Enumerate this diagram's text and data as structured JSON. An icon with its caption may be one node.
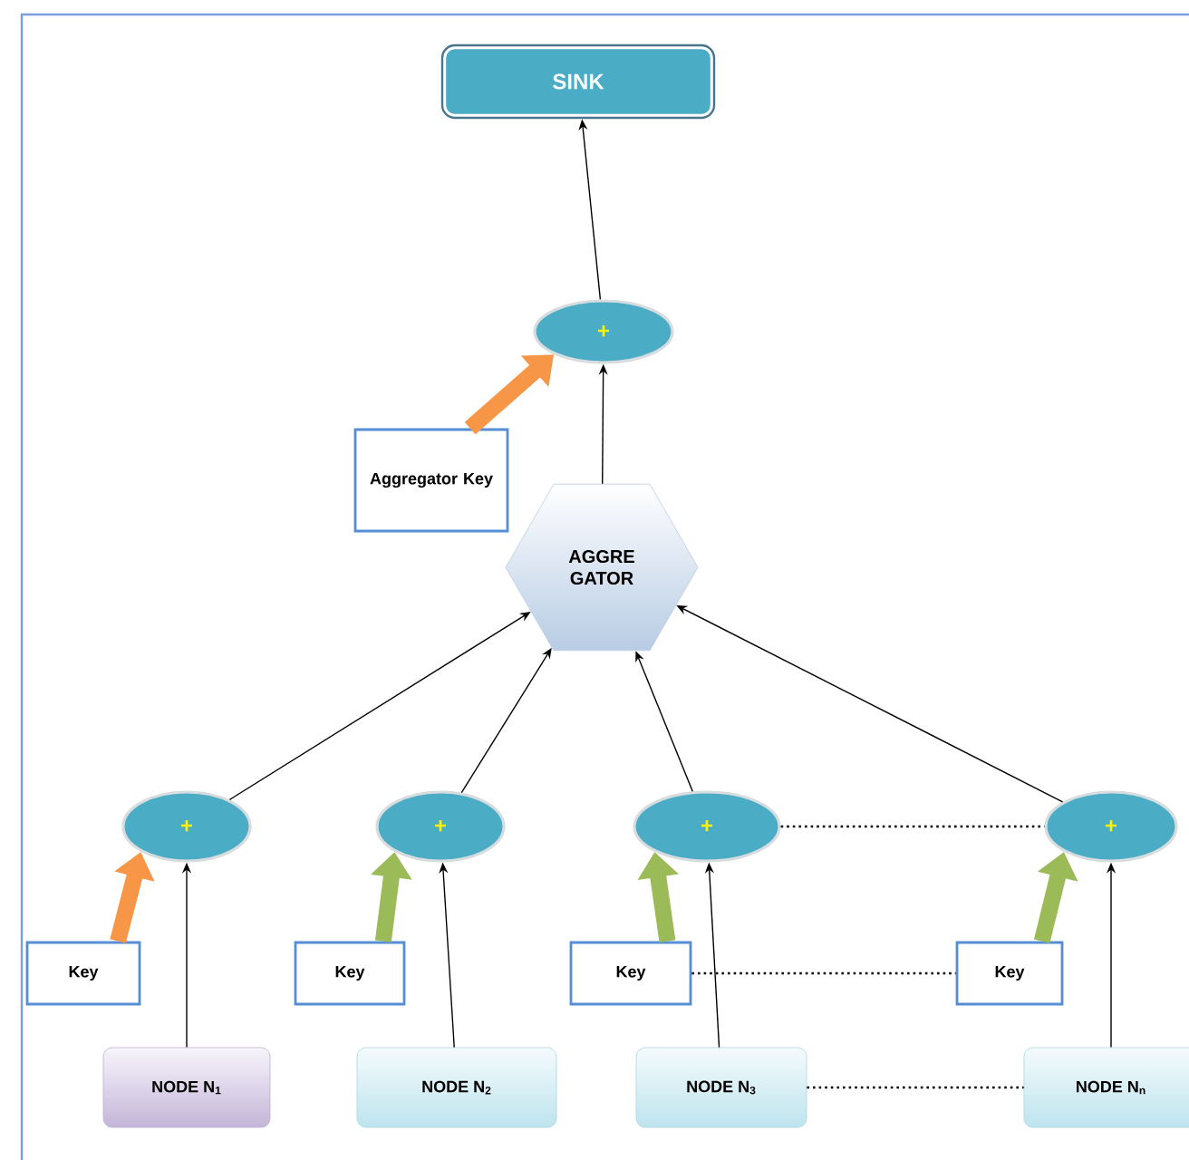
{
  "diagram": {
    "nodes": [
      {
        "text": [
          "SINK"
        ]
      },
      {
        "text": [
          "+"
        ]
      },
      {
        "text": [
          "Aggregator Key"
        ]
      },
      {
        "text": [
          "AGGRE GATOR"
        ]
      },
      {
        "text": [
          "+"
        ]
      },
      {
        "text": [
          "+"
        ]
      },
      {
        "text": [
          "+"
        ]
      },
      {
        "text": [
          "+"
        ]
      },
      {
        "text": [
          "Key"
        ]
      },
      {
        "text": [
          "Key"
        ]
      },
      {
        "text": [
          "Key"
        ]
      },
      {
        "text": [
          "Key"
        ]
      },
      {
        "text": [
          "NODE N$_{1}$"
        ]
      },
      {
        "text": [
          "NODE N$_{2}$"
        ]
      },
      {
        "text": [
          "NODE N$_{3}$"
        ]
      },
      {
        "text": [
          "NODE N$_{n}$"
        ]
      }
    ],
    "edges": [
      {
        "from": 1,
        "to": 0,
        "arrow": "to"
      },
      {
        "from": 3,
        "to": 1,
        "arrow": "to"
      },
      {
        "from": 2,
        "to": 1,
        "arrow": "to",
        "style": "thick",
        "color": "#f79646"
      },
      {
        "from": 4,
        "to": 3,
        "arrow": "to"
      },
      {
        "from": 5,
        "to": 3,
        "arrow": "to"
      },
      {
        "from": 6,
        "to": 3,
        "arrow": "to"
      },
      {
        "from": 7,
        "to": 3,
        "arrow": "to"
      },
      {
        "from": 8,
        "to": 4,
        "arrow": "to",
        "style": "thick",
        "color": "#f79646"
      },
      {
        "from": 9,
        "to": 5,
        "arrow": "to",
        "style": "thick",
        "color": "#9bbb59"
      },
      {
        "from": 10,
        "to": 6,
        "arrow": "to",
        "style": "thick",
        "color": "#9bbb59"
      },
      {
        "from": 11,
        "to": 7,
        "arrow": "to",
        "style": "thick",
        "color": "#9bbb59"
      },
      {
        "from": 12,
        "to": 4,
        "arrow": "to"
      },
      {
        "from": 13,
        "to": 5,
        "arrow": "to"
      },
      {
        "from": 14,
        "to": 6,
        "arrow": "to"
      },
      {
        "from": 15,
        "to": 7,
        "arrow": "to"
      },
      {
        "from": 6,
        "to": 7,
        "arrow": "none",
        "style": "dashed"
      },
      {
        "from": 10,
        "to": 11,
        "arrow": "none",
        "style": "dashed"
      },
      {
        "from": 14,
        "to": 15,
        "arrow": "none",
        "style": "dashed"
      }
    ]
  }
}
